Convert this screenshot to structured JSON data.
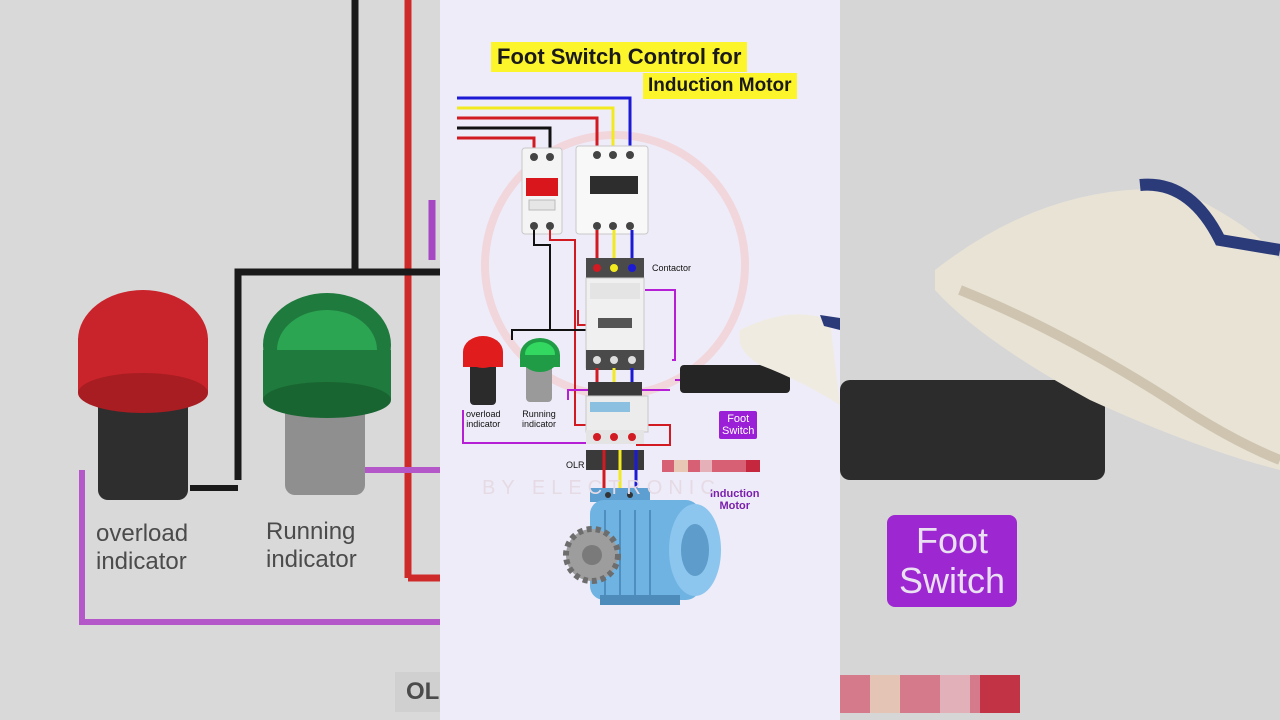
{
  "title": {
    "line1": "Foot Switch Control for",
    "line2": "Induction Motor"
  },
  "labels": {
    "contactor": "Contactor",
    "overload_indicator": [
      "overload",
      "indicator"
    ],
    "running_indicator": [
      "Running",
      "indicator"
    ],
    "foot_switch": [
      "Foot",
      "Switch"
    ],
    "olr": "OLR",
    "induction_motor": [
      "Induction",
      "Motor"
    ]
  },
  "watermark": "BY ELECTRONIC",
  "background": {
    "overload_indicator": [
      "overload",
      "indicator"
    ],
    "running_indicator": [
      "Running",
      "indicator"
    ],
    "foot_switch": [
      "Foot",
      "Switch"
    ],
    "olr": "OL"
  },
  "colors": {
    "title_highlight": "#fdf52b",
    "wire_blue": "#1d1ad6",
    "wire_yellow": "#f2ea1f",
    "wire_red": "#d21a22",
    "wire_black": "#111111",
    "wire_purple": "#b51fd6",
    "tag_purple": "#9a1fd6",
    "indicator_red": "#e01c1c",
    "indicator_green": "#22c64a",
    "motor_blue": "#6fb3e3"
  }
}
